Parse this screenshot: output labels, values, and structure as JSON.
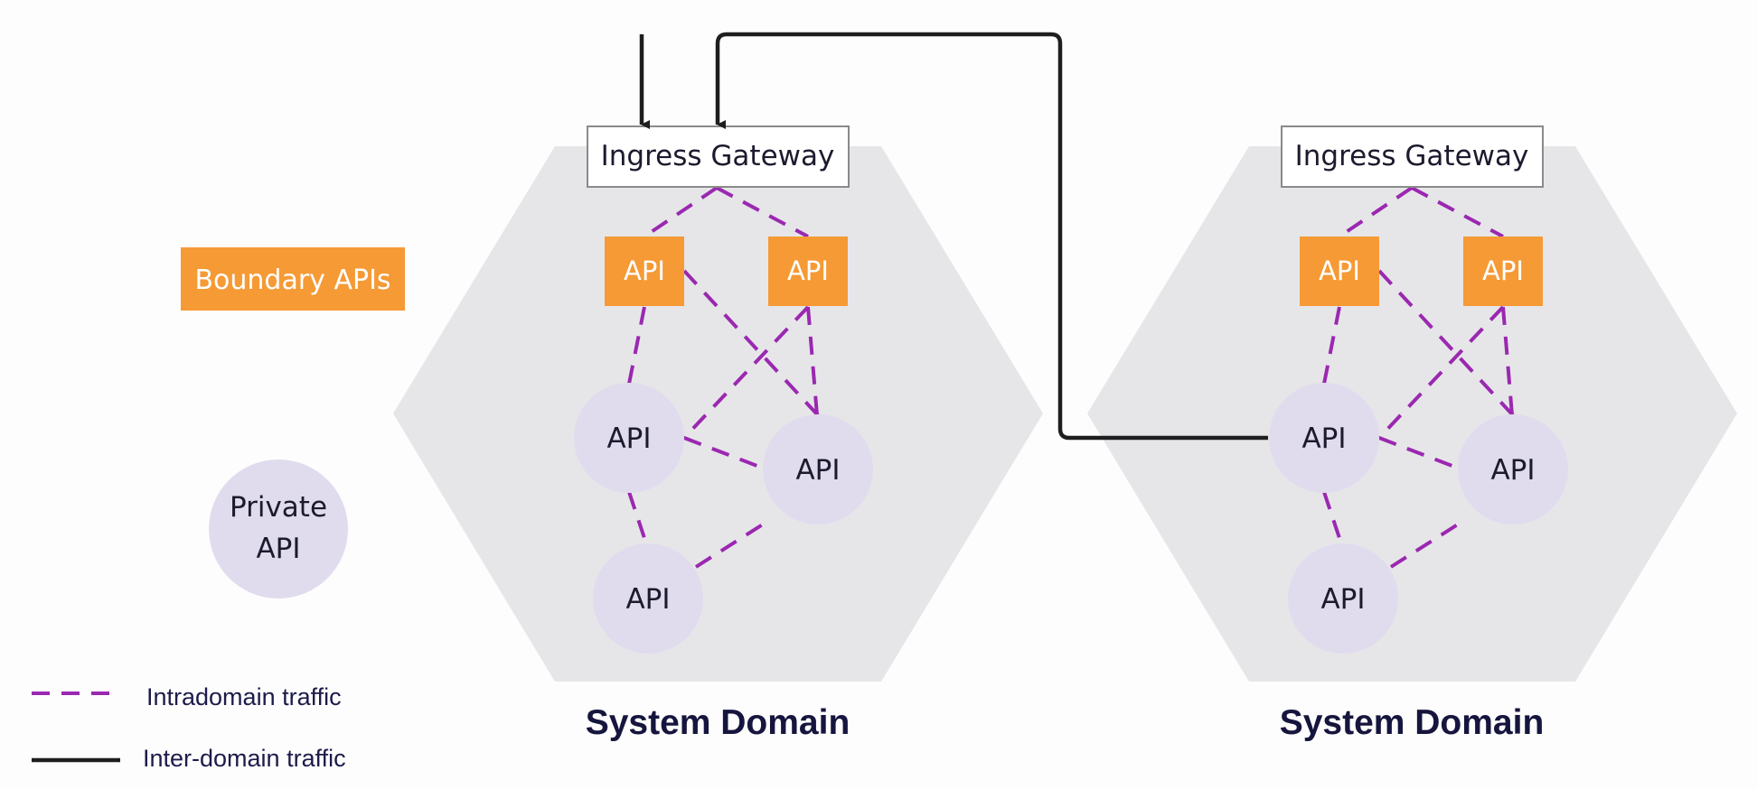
{
  "colors": {
    "background": "#fdfdfd",
    "domain_fill": "#e6e6e9",
    "boundary_api": "#f59a35",
    "private_api": "#e0dcee",
    "intradomain": "#9b28b0",
    "interdomain": "#1e1e1e",
    "gateway_border": "#8a8a8a"
  },
  "legend": {
    "boundary_key": "Boundary APIs",
    "private_key": "Private API",
    "private_key_line1": "Private",
    "private_key_line2": "API",
    "intradomain_label": "Intradomain traffic",
    "interdomain_label": "Inter-domain traffic"
  },
  "domains": [
    {
      "gateway": "Ingress Gateway",
      "title": "System Domain",
      "boundary_apis": [
        "API",
        "API"
      ],
      "private_apis": [
        "API",
        "API",
        "API"
      ]
    },
    {
      "gateway": "Ingress Gateway",
      "title": "System Domain",
      "boundary_apis": [
        "API",
        "API"
      ],
      "private_apis": [
        "API",
        "API",
        "API"
      ]
    }
  ]
}
